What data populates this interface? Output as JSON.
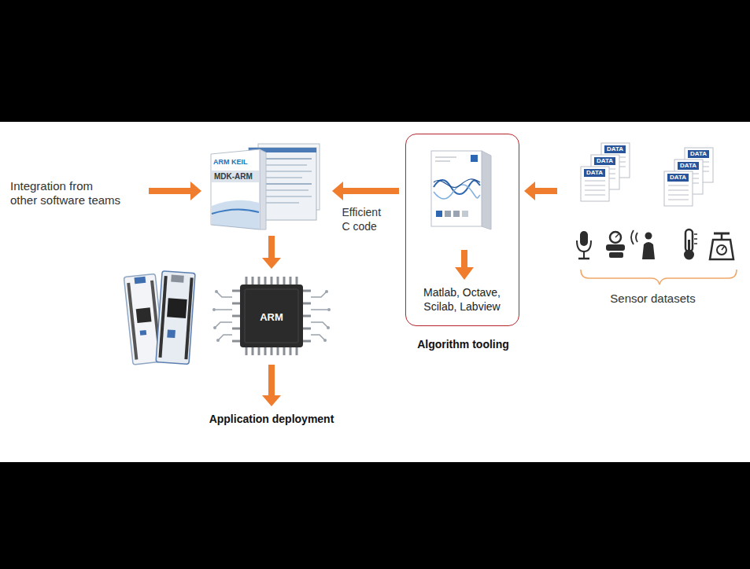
{
  "diagram": {
    "nodes": [
      {
        "text": [
          "Integration from other software teams"
        ]
      },
      {
        "text": [
          "ARM KEIL",
          "MDK-ARM"
        ]
      },
      {
        "text": [
          "Algorithm tooling"
        ]
      },
      {
        "text": [
          "Matlab, Octave, Scilab, Labview"
        ],
        "in": 2
      },
      {
        "text": [
          "Sensor datasets"
        ]
      },
      {
        "text": [
          "ARM"
        ]
      },
      {
        "text": [
          "Application deployment"
        ]
      }
    ],
    "edges": [
      {
        "from": 0,
        "to": 1,
        "arrow": "to"
      },
      {
        "from": 2,
        "to": 1,
        "label": "Efficient C code",
        "arrow": "to"
      },
      {
        "from": 4,
        "to": 2,
        "arrow": "to"
      },
      {
        "from": 1,
        "to": 5,
        "arrow": "to"
      },
      {
        "from": 5,
        "to": 6,
        "arrow": "to"
      }
    ],
    "labels": [
      "DATA",
      "DATA",
      "DATA",
      "DATA",
      "DATA",
      "DATA"
    ]
  }
}
